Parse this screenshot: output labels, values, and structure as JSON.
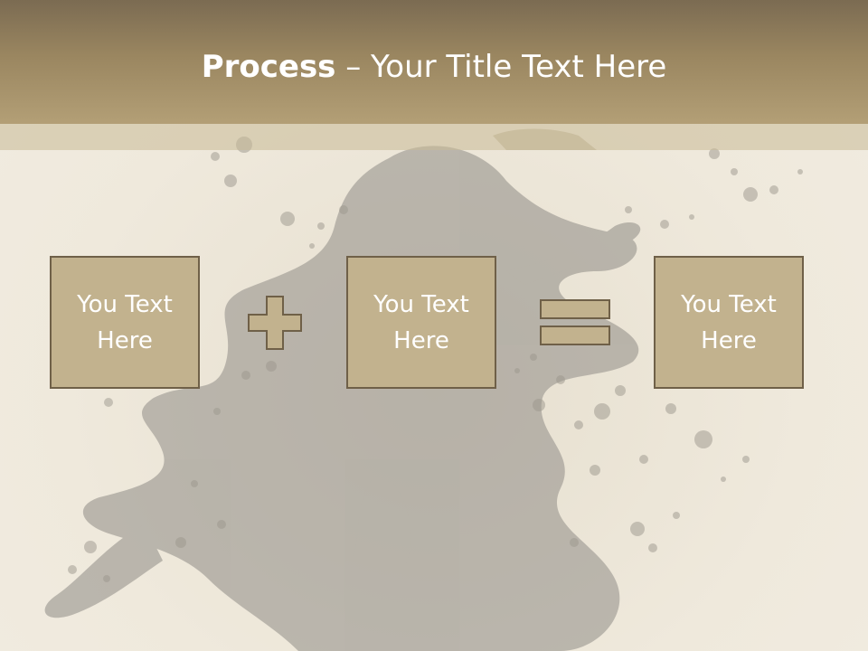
{
  "slide": {
    "title_bold": "Process",
    "title_rest": " – Your Title Text Here"
  },
  "process": {
    "boxes": [
      {
        "text": "You Text Here"
      },
      {
        "text": "You Text Here"
      },
      {
        "text": "You Text Here"
      }
    ],
    "operators": [
      "plus-icon",
      "equals-icon"
    ]
  },
  "colors": {
    "header": "#9a8660",
    "box_fill": "#c2b28e",
    "box_border": "#6f6048",
    "text": "#ffffff",
    "background": "#efe9dc"
  }
}
